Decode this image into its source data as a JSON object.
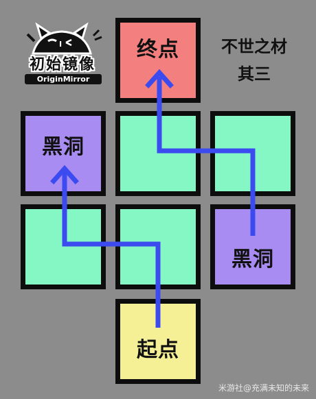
{
  "title": {
    "line1": "不世之材",
    "line2": "其三"
  },
  "logo": {
    "main_text": "初始镜像",
    "sub_text": "OriginMirror"
  },
  "tiles": {
    "end_label": "终点",
    "blackhole_left_label": "黑洞",
    "blackhole_right_label": "黑洞",
    "start_label": "起点"
  },
  "watermark": "米游社@充满未知的未来",
  "colors": {
    "background": "#8c8c8c",
    "end_tile": "#f47f7f",
    "blackhole_tile": "#a88cf2",
    "empty_tile": "#84f7c5",
    "start_tile": "#f5f096",
    "path_arrow": "#3b4bf0",
    "border": "#0d0d0d"
  },
  "icons": {
    "logo": "cat-logo-icon",
    "path_up_arrow": "arrow-up-icon"
  }
}
